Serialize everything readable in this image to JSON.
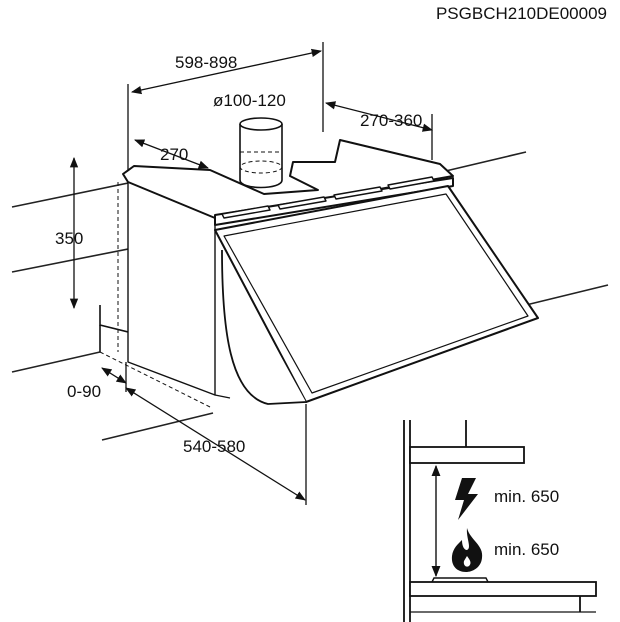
{
  "document_code": "PSGBCH210DE00009",
  "dimensions": {
    "width_range": "598-898",
    "duct_diameter": "ø100-120",
    "depth_range": "270-360",
    "top_depth": "270",
    "height": "350",
    "offset_range": "0-90",
    "overall_depth": "540-580"
  },
  "clearances": [
    {
      "icon": "lightning-icon",
      "label": "min. 650"
    },
    {
      "icon": "flame-icon",
      "label": "min. 650"
    }
  ]
}
